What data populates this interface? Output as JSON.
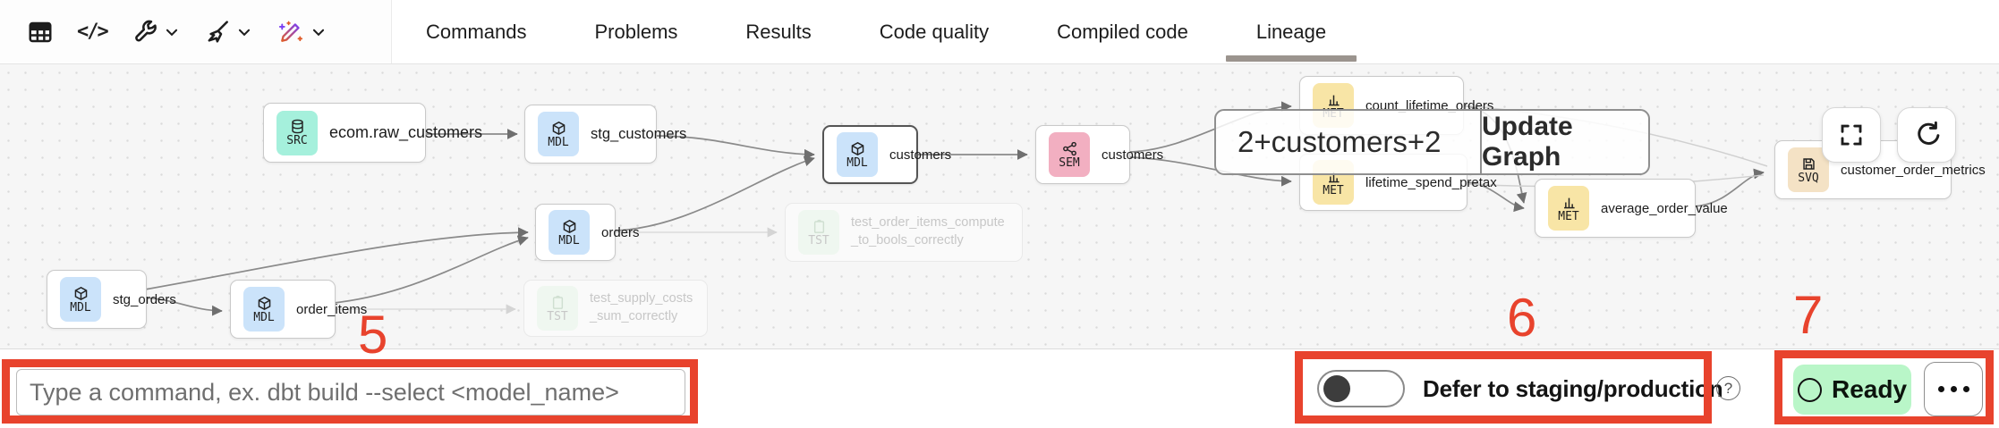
{
  "toolbar": {
    "icons": [
      {
        "name": "table"
      },
      {
        "name": "code"
      },
      {
        "name": "wrench",
        "has_dropdown": true
      },
      {
        "name": "format-broom",
        "has_dropdown": true
      },
      {
        "name": "ai-assist-pencil",
        "has_dropdown": true
      }
    ]
  },
  "tabs": {
    "items": [
      {
        "label": "Commands",
        "active": false
      },
      {
        "label": "Problems",
        "active": false
      },
      {
        "label": "Results",
        "active": false
      },
      {
        "label": "Code quality",
        "active": false
      },
      {
        "label": "Compiled code",
        "active": false
      },
      {
        "label": "Lineage",
        "active": true
      }
    ]
  },
  "graph": {
    "overlay": {
      "query": "2+customers+2",
      "button_label": "Update Graph"
    },
    "nodes": [
      {
        "label": "ecom.raw_customers",
        "badge": "SRC",
        "type": "source"
      },
      {
        "label": "stg_customers",
        "badge": "MDL",
        "type": "model"
      },
      {
        "label": "customers",
        "badge": "MDL",
        "type": "model",
        "selected": true
      },
      {
        "label": "customers",
        "badge": "SEM",
        "type": "semantic"
      },
      {
        "label": "orders",
        "badge": "MDL",
        "type": "model"
      },
      {
        "label": "order_items",
        "badge": "MDL",
        "type": "model"
      },
      {
        "label": "stg_orders",
        "badge": "MDL",
        "type": "model"
      },
      {
        "label": "test_supply_costs_sum_correctly",
        "badge": "TST",
        "type": "test",
        "faded": true
      },
      {
        "label": "test_order_items_compute_to_bools_correctly",
        "badge": "TST",
        "type": "test",
        "faded": true
      },
      {
        "label": "count_lifetime_orders",
        "badge": "MET",
        "type": "metric"
      },
      {
        "label": "lifetime_spend_pretax",
        "badge": "MET",
        "type": "metric"
      },
      {
        "label": "average_order_value",
        "badge": "MET",
        "type": "metric"
      },
      {
        "label": "customer_order_metrics",
        "badge": "SVQ",
        "type": "saved-query"
      }
    ]
  },
  "annotations": {
    "n5": "5",
    "n6": "6",
    "n7": "7"
  },
  "bottom_bar": {
    "command_placeholder": "Type a command, ex. dbt build --select <model_name>",
    "defer_label": "Defer to staging/production",
    "help": "?",
    "status": "Ready"
  },
  "colors": {
    "annotation_red": "#E8432D",
    "badge_src": "#A5F0DC",
    "badge_mdl": "#CBE3FA",
    "badge_sem": "#F2AFC1",
    "badge_met": "#F8E5A6",
    "badge_svq": "#F4E2C5",
    "badge_tst": "#E3F4E4",
    "ready_bg": "#B9F6C8",
    "tab_underline": "#9B948E"
  }
}
